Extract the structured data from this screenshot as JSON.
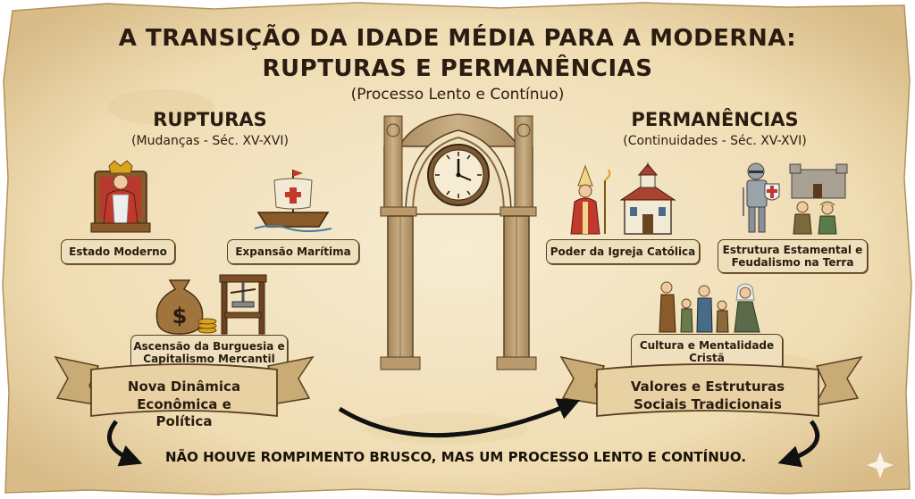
{
  "title": {
    "line1": "A TRANSIÇÃO DA IDADE MÉDIA PARA A MODERNA:",
    "line2": "RUPTURAS E PERMANÊNCIAS",
    "subtitle": "(Processo Lento e Contínuo)"
  },
  "left": {
    "heading": "RUPTURAS",
    "subheading": "(Mudanças - Séc. XV-XVI)",
    "items": [
      {
        "label": "Estado Moderno",
        "icon": "king-on-throne-icon"
      },
      {
        "label": "Expansão Marítima",
        "icon": "caravel-ship-icon"
      },
      {
        "label": "Ascensão da Burguesia e Capitalismo Mercantil",
        "icon": "money-bag-printing-press-icon"
      }
    ],
    "banner": "Nova Dinâmica Econômica e Política"
  },
  "right": {
    "heading": "PERMANÊNCIAS",
    "subheading": "(Continuidades - Séc. XV-XVI)",
    "items": [
      {
        "label": "Poder da Igreja Católica",
        "icon": "bishop-church-icon"
      },
      {
        "label": "Estrutura Estamental e Feudalismo na Terra",
        "icon": "knight-castle-peasants-icon"
      },
      {
        "label": "Cultura e Mentalidade Cristã",
        "icon": "praying-family-icon"
      }
    ],
    "banner": "Valores e Estruturas Sociais Tradicionais"
  },
  "center": {
    "icon": "gothic-arch-clock-icon"
  },
  "footer": "NÃO HOUVE ROMPIMENTO BRUSCO, MAS UM PROCESSO LENTO E CONTÍNUO.",
  "colors": {
    "parchment": "#f3e5c4",
    "ink": "#2a1c10",
    "label_bg": "#efe0bd",
    "stone": "#b89a6c",
    "arrow": "#111111"
  }
}
